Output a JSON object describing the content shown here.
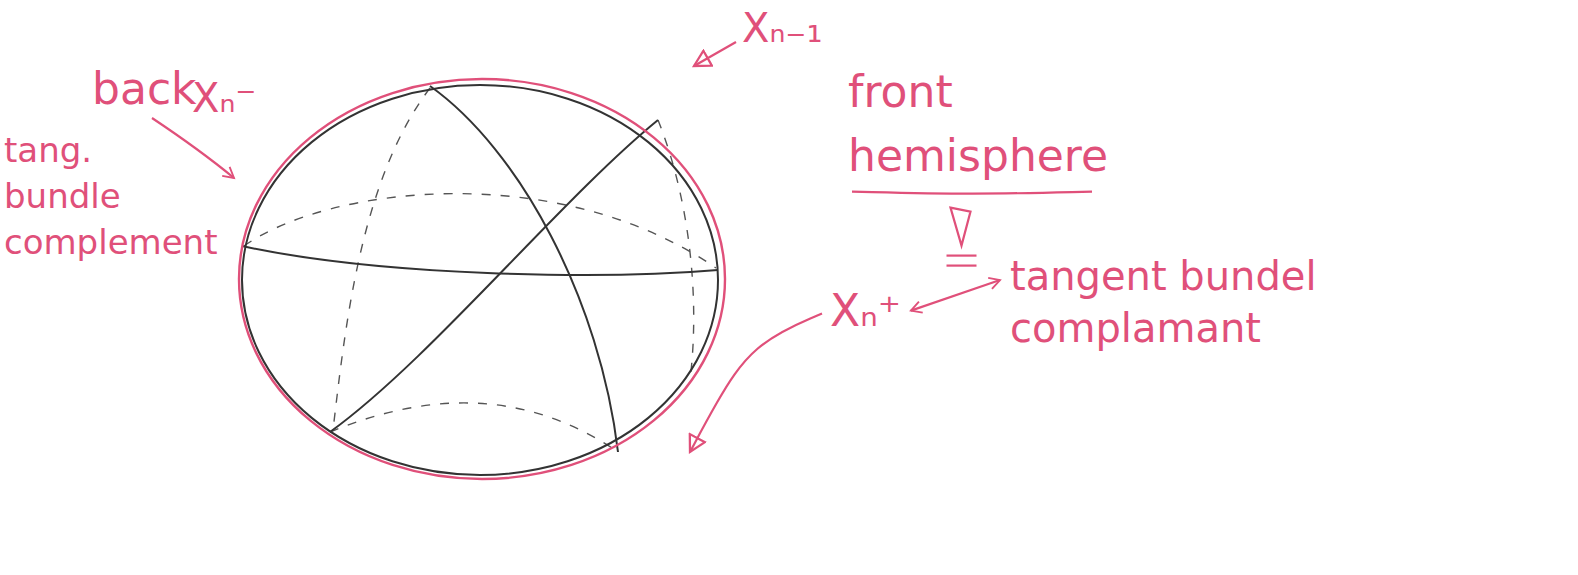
{
  "diagram": {
    "labels": [
      "back",
      "Xₙ⁻",
      "tang. bundle complement",
      "Xₙ₋₁",
      "front hemisphere",
      "Xₙ⁺",
      "tangent bundel complamant"
    ]
  }
}
